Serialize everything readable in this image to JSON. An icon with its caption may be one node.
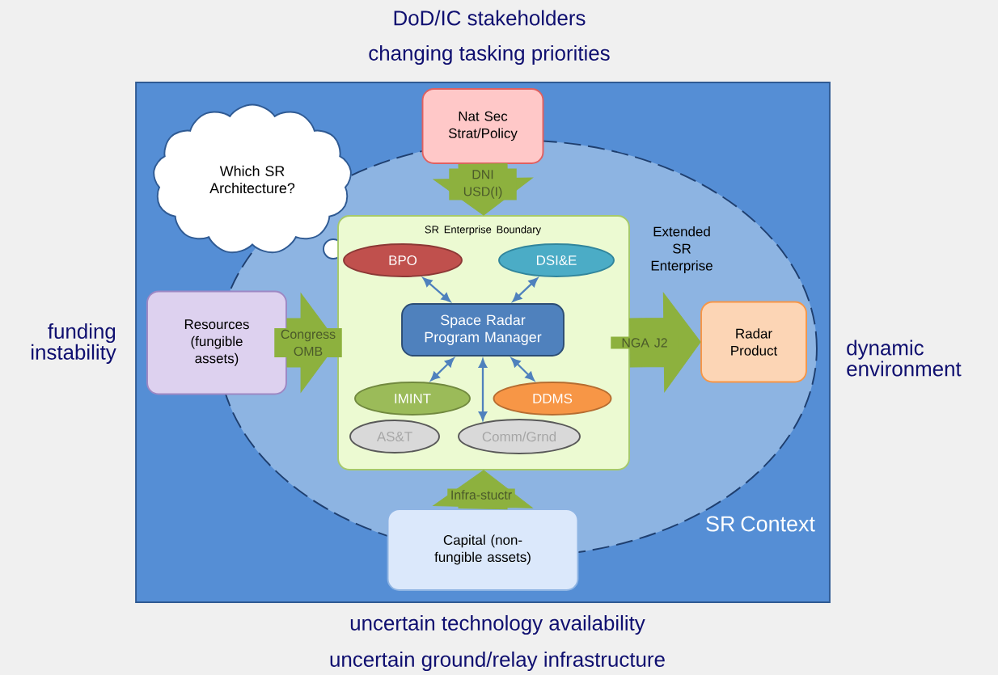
{
  "diagram": {
    "nodes": [
      {
        "text": [
          "SR Context"
        ]
      },
      {
        "text": [
          "Extended SR Enterprise"
        ],
        "in": 0
      },
      {
        "text": [
          "Nat Sec Strat/Policy"
        ],
        "in": 0
      },
      {
        "text": [
          "Which SR Architecture?"
        ],
        "in": 0
      },
      {
        "text": [
          "SR Enterprise Boundary"
        ],
        "in": 1
      },
      {
        "text": [
          "BPO"
        ],
        "in": 4
      },
      {
        "text": [
          "DSI&E"
        ],
        "in": 4
      },
      {
        "text": [
          "Space Radar Program Manager"
        ],
        "in": 4
      },
      {
        "text": [
          "IMINT"
        ],
        "in": 4
      },
      {
        "text": [
          "DDMS"
        ],
        "in": 4
      },
      {
        "text": [
          "AS&T"
        ],
        "in": 4
      },
      {
        "text": [
          "Comm/Grnd"
        ],
        "in": 4
      },
      {
        "text": [
          "Resources (fungible assets)"
        ],
        "in": 0
      },
      {
        "text": [
          "Radar Product"
        ],
        "in": 1
      },
      {
        "text": [
          "Capital (non-fungible assets)"
        ],
        "in": 0
      }
    ],
    "edges": [
      {
        "from": 7,
        "to": 5,
        "arrow": "both"
      },
      {
        "from": 7,
        "to": 6,
        "arrow": "both"
      },
      {
        "from": 7,
        "to": 8,
        "arrow": "both"
      },
      {
        "from": 7,
        "to": 9,
        "arrow": "both"
      },
      {
        "from": 7,
        "to": 11,
        "arrow": "both"
      },
      {
        "from": 2,
        "to": 4,
        "arrow": "to",
        "label": "DNI USD(I)",
        "style": "thick",
        "color": "#8db13e"
      },
      {
        "from": 12,
        "to": 4,
        "arrow": "to",
        "label": "Congress OMB",
        "style": "thick",
        "color": "#8db13e"
      },
      {
        "from": 4,
        "to": 13,
        "arrow": "to",
        "label": "NGA J2",
        "style": "thick",
        "color": "#8db13e"
      },
      {
        "from": 14,
        "to": 4,
        "arrow": "to",
        "label": "Infra-stuctr",
        "style": "thick",
        "color": "#8db13e"
      }
    ],
    "labels": [
      "DoD/IC stakeholders",
      "changing tasking priorities",
      "funding instability",
      "dynamic environment",
      "uncertain technology availability",
      "uncertain ground/relay infrastructure"
    ]
  }
}
